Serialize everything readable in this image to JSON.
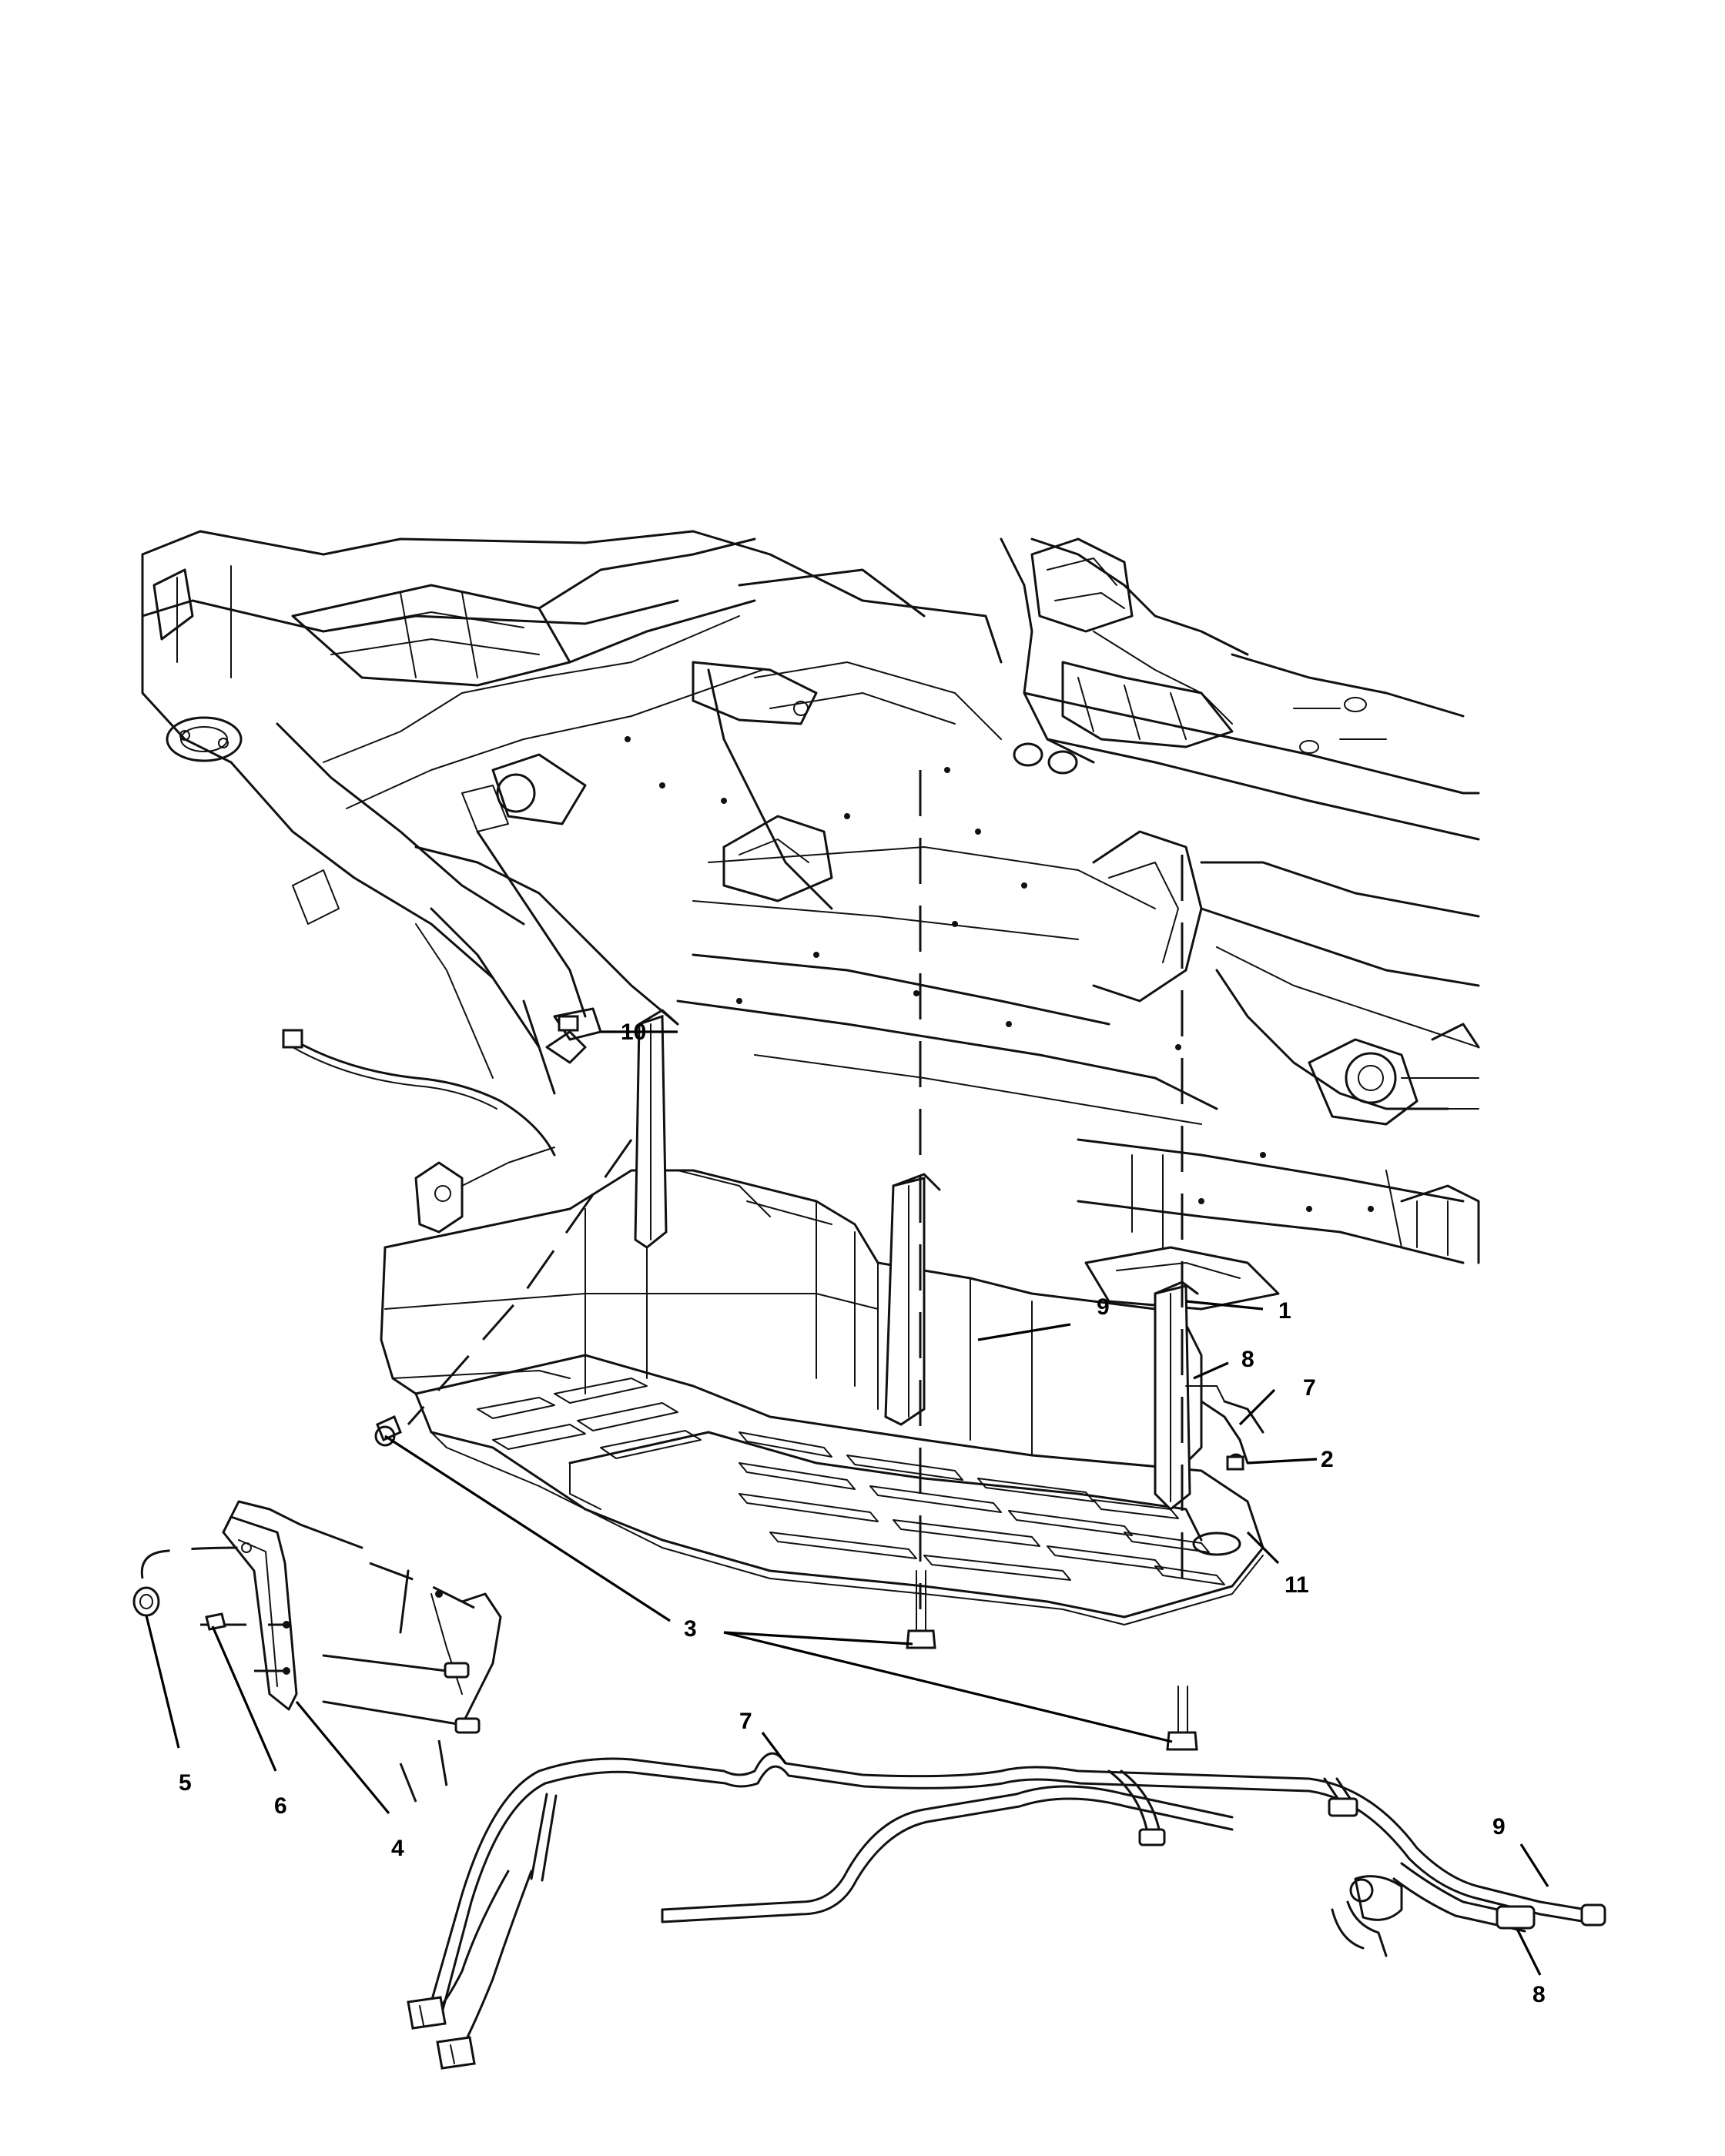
{
  "callouts": [
    {
      "id": "c1",
      "label": "1"
    },
    {
      "id": "c2",
      "label": "2"
    },
    {
      "id": "c3",
      "label": "3"
    },
    {
      "id": "c4",
      "label": "4"
    },
    {
      "id": "c5",
      "label": "5"
    },
    {
      "id": "c6",
      "label": "6"
    },
    {
      "id": "c7a",
      "label": "7"
    },
    {
      "id": "c7b",
      "label": "7"
    },
    {
      "id": "c8a",
      "label": "8"
    },
    {
      "id": "c8b",
      "label": "8"
    },
    {
      "id": "c9a",
      "label": "9"
    },
    {
      "id": "c9b",
      "label": "9"
    },
    {
      "id": "c10",
      "label": "10"
    },
    {
      "id": "c11",
      "label": "11"
    }
  ]
}
